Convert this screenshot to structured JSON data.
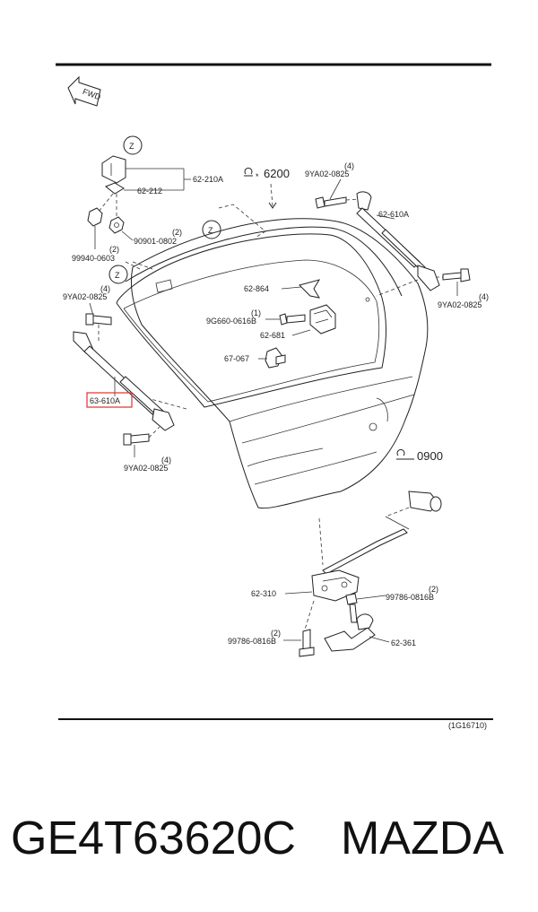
{
  "diagram": {
    "fwd": "FWD",
    "ref_code": "(1G16710)",
    "section_6200": "6200",
    "section_0900": "0900",
    "z_marker": "Z",
    "highlight_color": "#e03030",
    "callouts": {
      "p62_210a": "62-210A",
      "p62_212": "62-212",
      "q2_a": "(2)",
      "p90901_0802": "90901-0802",
      "q2_b": "(2)",
      "p99940_0603": "99940-0603",
      "q4_a": "(4)",
      "p9ya02_0825_a": "9YA02-0825",
      "q4_b": "(4)",
      "p9ya02_0825_b": "9YA02-0825",
      "p62_610a": "62-610A",
      "q4_c": "(4)",
      "p9ya02_0825_c": "9YA02-0825",
      "p62_864": "62-864",
      "q1": "(1)",
      "p9g660_0616b": "9G660-0616B",
      "p62_681": "62-681",
      "p67_067": "67-067",
      "p63_610a": "63-610A",
      "q4_d": "(4)",
      "p9ya02_0825_d": "9YA02-0825",
      "p62_310": "62-310",
      "q2_c": "(2)",
      "p99786_0816b_a": "99786-0816B",
      "q2_d": "(2)",
      "p99786_0816b_b": "99786-0816B",
      "p62_361": "62-361"
    }
  },
  "caption": {
    "part_number": "GE4T63620C",
    "brand": "MAZDA"
  }
}
